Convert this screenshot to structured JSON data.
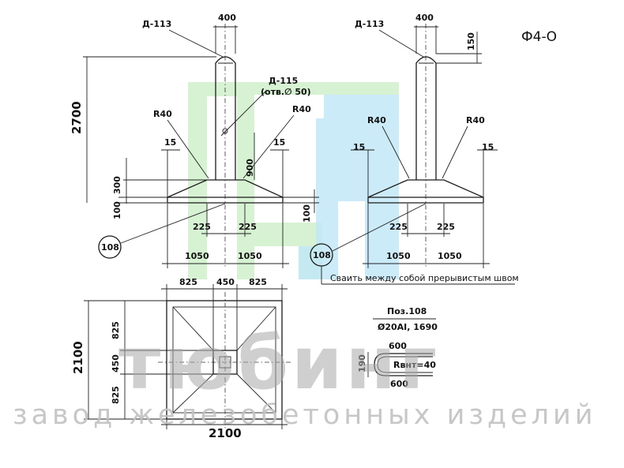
{
  "title": "Ф4-О",
  "watermark": {
    "brand": "тюбинг",
    "tagline": "завод железобетонных изделий",
    "colors": {
      "green": "#c9eec3",
      "blue": "#bfe6f7",
      "text": "#a9a9a9"
    }
  },
  "left_view": {
    "d113": "Д-113",
    "d115": "Д-115",
    "d115_hole": "(отв.∅ 50)",
    "r40_left": "R40",
    "r40_right": "R40",
    "dim_400": "400",
    "dim_2700": "2700",
    "dim_15_left": "15",
    "dim_15_right": "15",
    "dim_300": "300",
    "dim_900": "900",
    "dim_100_left": "100",
    "dim_100_right": "100",
    "dim_225_left": "225",
    "dim_225_right": "225",
    "dim_1050_left": "1050",
    "dim_1050_right": "1050",
    "pos_tag": "108"
  },
  "right_view": {
    "d113": "Д-113",
    "dim_400": "400",
    "dim_150": "150",
    "r40_left": "R40",
    "r40_right": "R40",
    "dim_15_left": "15",
    "dim_15_right": "15",
    "dim_225_left": "225",
    "dim_225_right": "225",
    "dim_1050_left": "1050",
    "dim_1050_right": "1050",
    "pos_tag": "108",
    "weld_note": "Сваить между собой прерывистым швом"
  },
  "plan_view": {
    "dim_825_top_left": "825",
    "dim_450_top": "450",
    "dim_825_top_right": "825",
    "dim_2100_side": "2100",
    "dim_825_side_top": "825",
    "dim_450_side": "450",
    "dim_825_side_bottom": "825",
    "dim_2100_bottom": "2100"
  },
  "detail_108": {
    "title": "Поз.108",
    "spec": "Ø20AI, 1690",
    "dim_600_top": "600",
    "dim_190": "190",
    "radius": "Rвнт=40",
    "dim_600_bottom": "600"
  }
}
